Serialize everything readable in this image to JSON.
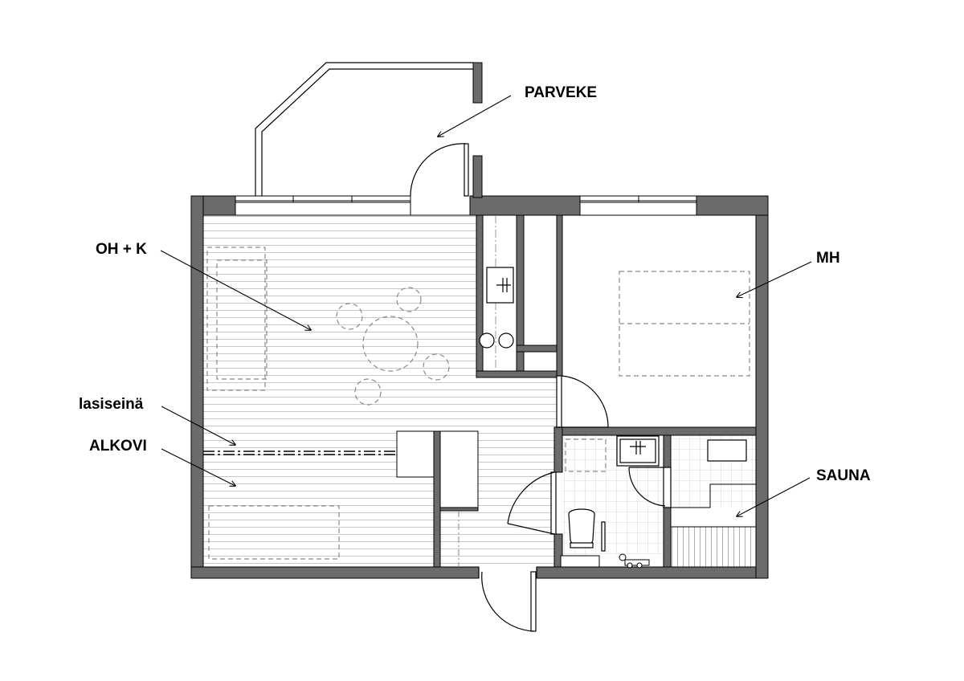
{
  "labels": {
    "parveke": "PARVEKE",
    "oh_k": "OH + K",
    "mh": "MH",
    "lasiseina": "lasiseinä",
    "alkovi": "ALKOVI",
    "sauna": "SAUNA"
  },
  "colors": {
    "wall": "#6b6b6b",
    "line": "#000000",
    "floor_line": "#c8c8c8",
    "dashed": "#8a8a8a",
    "background": "#ffffff"
  }
}
